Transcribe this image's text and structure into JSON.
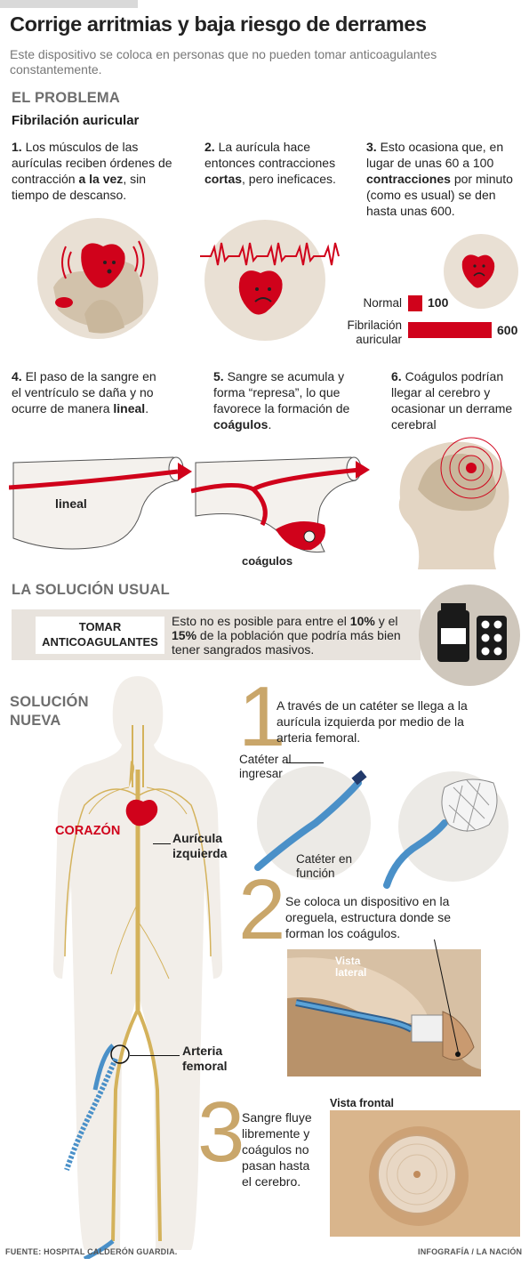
{
  "header": {
    "title": "Corrige arritmias y baja riesgo de derrames",
    "subtitle": "Este dispositivo se coloca en personas que no pueden tomar anticoagulantes constantemente."
  },
  "problem": {
    "heading": "EL PROBLEMA",
    "subheading": "Fibrilación auricular",
    "step1": {
      "num": "1.",
      "t1": " Los músculos de las aurículas reciben órdenes de contracción ",
      "b1": "a la vez",
      "t2": ", sin tiempo de descanso."
    },
    "step2": {
      "num": "2.",
      "t1": " La aurícula hace entonces contracciones ",
      "b1": "cortas",
      "t2": ", pero ineficaces."
    },
    "step3": {
      "num": "3.",
      "t1": " Esto ocasiona que, en lugar de unas 60 a 100 ",
      "b1": "contracciones",
      "t2": " por minuto (como es usual) se den hasta unas 600."
    },
    "step4": {
      "num": "4.",
      "t1": " El paso de la sangre en el ventrículo se daña y no ocurre de manera ",
      "b1": "lineal",
      "t2": "."
    },
    "step5": {
      "num": "5.",
      "t1": " Sangre se acumula y forma “represa”, lo que favorece la formación de ",
      "b1": "coágulos",
      "t2": "."
    },
    "step6": {
      "num": "6.",
      "t1": " Coágulos podrían llegar al cerebro y ocasionar un derrame cerebral"
    },
    "vessel_label_lineal": "lineal",
    "vessel_label_coagulos": "coágulos",
    "bars": [
      {
        "label": "Normal",
        "value": 100,
        "display": "100"
      },
      {
        "label": "Fibrilación auricular",
        "value": 600,
        "display": "600"
      }
    ]
  },
  "usual": {
    "heading": "LA SOLUCIÓN USUAL",
    "box": "TOMAR ANTICOAGULANTES",
    "text_a": "Esto no es posible para entre el ",
    "pct1": "10%",
    "text_b": " y el ",
    "pct2": "15%",
    "text_c": " de la población que podría más bien tener sangrados masivos."
  },
  "new": {
    "heading_1": "SOLUCIÓN",
    "heading_2": "NUEVA",
    "corazon": "CORAZÓN",
    "auricula": "Aurícula izquierda",
    "arteria": "Arteria femoral",
    "s1_num": "1",
    "s1_text": "A través de un catéter se llega a la aurícula izquierda por medio de la arteria femoral.",
    "cat_in": "Catéter al ingresar",
    "cat_fn": "Catéter en función",
    "s2_num": "2",
    "s2_text": "Se coloca un dispositivo en la oreguela, estructura donde se forman los coágulos.",
    "vista_lateral": "Vista lateral",
    "s3_num": "3",
    "s3_text": "Sangre fluye libremente y coágulos no pasan hasta el cerebro.",
    "vista_frontal": "Vista frontal"
  },
  "footer": {
    "source": "FUENTE: HOSPITAL CALDERÓN GUARDIA.",
    "credit": "INFOGRAFÍA / LA NACIÓN"
  },
  "colors": {
    "red": "#d0021b",
    "gold": "#c9a66a",
    "grey_heading": "#6e6e6e",
    "beige": "#e8e3dd"
  }
}
